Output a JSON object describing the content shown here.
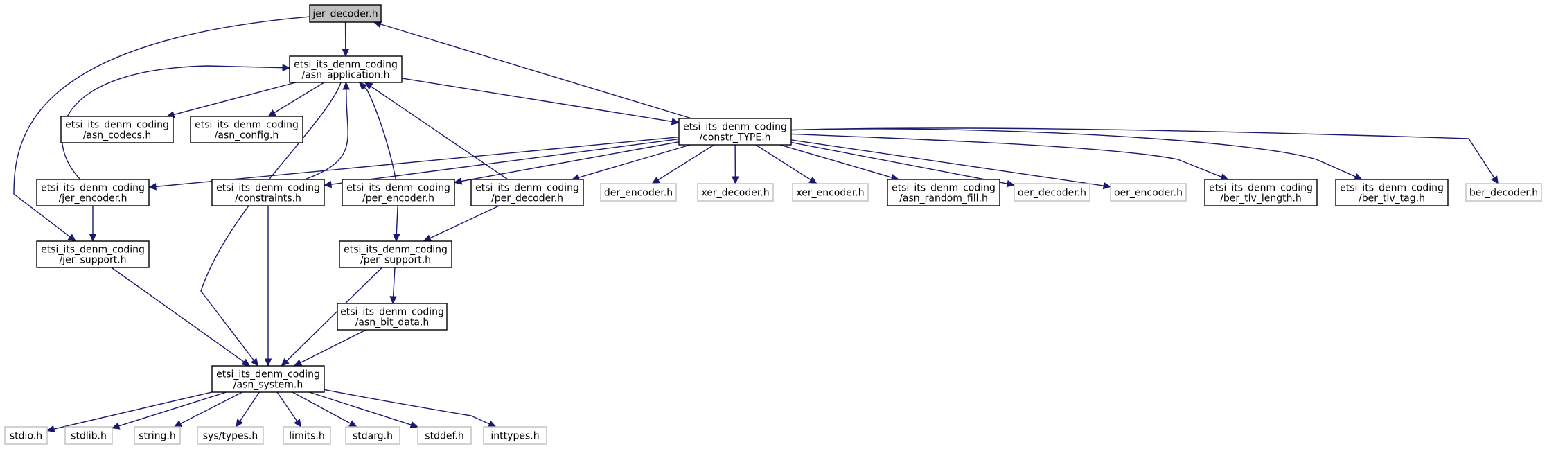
{
  "colors": {
    "edge": "#191970",
    "root_fill": "#bfbfbf",
    "node_border": "#000000",
    "external_border": "#bfbfbf",
    "node_fill": "#ffffff"
  },
  "nodes": [
    {
      "id": "jer_decoder",
      "kind": "root",
      "lines": [
        "jer_decoder.h"
      ]
    },
    {
      "id": "asn_application",
      "kind": "documented",
      "lines": [
        "etsi_its_denm_coding",
        "/asn_application.h"
      ]
    },
    {
      "id": "asn_codecs",
      "kind": "documented",
      "lines": [
        "etsi_its_denm_coding",
        "/asn_codecs.h"
      ]
    },
    {
      "id": "asn_config",
      "kind": "documented",
      "lines": [
        "etsi_its_denm_coding",
        "/asn_config.h"
      ]
    },
    {
      "id": "constr_TYPE",
      "kind": "documented",
      "lines": [
        "etsi_its_denm_coding",
        "/constr_TYPE.h"
      ]
    },
    {
      "id": "jer_encoder",
      "kind": "documented",
      "lines": [
        "etsi_its_denm_coding",
        "/jer_encoder.h"
      ]
    },
    {
      "id": "constraints",
      "kind": "documented",
      "lines": [
        "etsi_its_denm_coding",
        "/constraints.h"
      ]
    },
    {
      "id": "per_encoder",
      "kind": "documented",
      "lines": [
        "etsi_its_denm_coding",
        "/per_encoder.h"
      ]
    },
    {
      "id": "per_decoder",
      "kind": "documented",
      "lines": [
        "etsi_its_denm_coding",
        "/per_decoder.h"
      ]
    },
    {
      "id": "der_encoder",
      "kind": "external",
      "lines": [
        "der_encoder.h"
      ]
    },
    {
      "id": "xer_decoder",
      "kind": "external",
      "lines": [
        "xer_decoder.h"
      ]
    },
    {
      "id": "xer_encoder",
      "kind": "external",
      "lines": [
        "xer_encoder.h"
      ]
    },
    {
      "id": "asn_random_fill",
      "kind": "documented",
      "lines": [
        "etsi_its_denm_coding",
        "/asn_random_fill.h"
      ]
    },
    {
      "id": "oer_decoder",
      "kind": "external",
      "lines": [
        "oer_decoder.h"
      ]
    },
    {
      "id": "oer_encoder",
      "kind": "external",
      "lines": [
        "oer_encoder.h"
      ]
    },
    {
      "id": "ber_tlv_length",
      "kind": "documented",
      "lines": [
        "etsi_its_denm_coding",
        "/ber_tlv_length.h"
      ]
    },
    {
      "id": "ber_tlv_tag",
      "kind": "documented",
      "lines": [
        "etsi_its_denm_coding",
        "/ber_tlv_tag.h"
      ]
    },
    {
      "id": "ber_decoder",
      "kind": "external",
      "lines": [
        "ber_decoder.h"
      ]
    },
    {
      "id": "jer_support",
      "kind": "documented",
      "lines": [
        "etsi_its_denm_coding",
        "/jer_support.h"
      ]
    },
    {
      "id": "per_support",
      "kind": "documented",
      "lines": [
        "etsi_its_denm_coding",
        "/per_support.h"
      ]
    },
    {
      "id": "asn_bit_data",
      "kind": "documented",
      "lines": [
        "etsi_its_denm_coding",
        "/asn_bit_data.h"
      ]
    },
    {
      "id": "asn_system",
      "kind": "documented",
      "lines": [
        "etsi_its_denm_coding",
        "/asn_system.h"
      ]
    },
    {
      "id": "stdio",
      "kind": "external",
      "lines": [
        "stdio.h"
      ]
    },
    {
      "id": "stdlib",
      "kind": "external",
      "lines": [
        "stdlib.h"
      ]
    },
    {
      "id": "string",
      "kind": "external",
      "lines": [
        "string.h"
      ]
    },
    {
      "id": "sys_types",
      "kind": "external",
      "lines": [
        "sys/types.h"
      ]
    },
    {
      "id": "limits",
      "kind": "external",
      "lines": [
        "limits.h"
      ]
    },
    {
      "id": "stdarg",
      "kind": "external",
      "lines": [
        "stdarg.h"
      ]
    },
    {
      "id": "stddef",
      "kind": "external",
      "lines": [
        "stddef.h"
      ]
    },
    {
      "id": "inttypes",
      "kind": "external",
      "lines": [
        "inttypes.h"
      ]
    }
  ],
  "edges": [
    {
      "from": "jer_decoder",
      "to": "asn_application"
    },
    {
      "from": "jer_decoder",
      "to": "jer_support"
    },
    {
      "from": "asn_application",
      "to": "asn_codecs"
    },
    {
      "from": "asn_application",
      "to": "asn_config"
    },
    {
      "from": "asn_application",
      "to": "constr_TYPE"
    },
    {
      "from": "asn_application",
      "to": "asn_system"
    },
    {
      "from": "constr_TYPE",
      "to": "jer_decoder"
    },
    {
      "from": "constr_TYPE",
      "to": "jer_encoder"
    },
    {
      "from": "constr_TYPE",
      "to": "constraints"
    },
    {
      "from": "constr_TYPE",
      "to": "per_encoder"
    },
    {
      "from": "constr_TYPE",
      "to": "per_decoder"
    },
    {
      "from": "constr_TYPE",
      "to": "der_encoder"
    },
    {
      "from": "constr_TYPE",
      "to": "xer_decoder"
    },
    {
      "from": "constr_TYPE",
      "to": "xer_encoder"
    },
    {
      "from": "constr_TYPE",
      "to": "asn_random_fill"
    },
    {
      "from": "constr_TYPE",
      "to": "oer_decoder"
    },
    {
      "from": "constr_TYPE",
      "to": "oer_encoder"
    },
    {
      "from": "constr_TYPE",
      "to": "ber_tlv_length"
    },
    {
      "from": "constr_TYPE",
      "to": "ber_tlv_tag"
    },
    {
      "from": "constr_TYPE",
      "to": "ber_decoder"
    },
    {
      "from": "jer_encoder",
      "to": "asn_application"
    },
    {
      "from": "jer_encoder",
      "to": "jer_support"
    },
    {
      "from": "constraints",
      "to": "asn_application"
    },
    {
      "from": "constraints",
      "to": "asn_system"
    },
    {
      "from": "per_encoder",
      "to": "asn_application"
    },
    {
      "from": "per_encoder",
      "to": "per_support"
    },
    {
      "from": "per_decoder",
      "to": "asn_application"
    },
    {
      "from": "per_decoder",
      "to": "per_support"
    },
    {
      "from": "jer_support",
      "to": "asn_system"
    },
    {
      "from": "per_support",
      "to": "asn_system"
    },
    {
      "from": "per_support",
      "to": "asn_bit_data"
    },
    {
      "from": "asn_bit_data",
      "to": "asn_system"
    },
    {
      "from": "asn_system",
      "to": "stdio"
    },
    {
      "from": "asn_system",
      "to": "stdlib"
    },
    {
      "from": "asn_system",
      "to": "string"
    },
    {
      "from": "asn_system",
      "to": "sys_types"
    },
    {
      "from": "asn_system",
      "to": "limits"
    },
    {
      "from": "asn_system",
      "to": "stdarg"
    },
    {
      "from": "asn_system",
      "to": "stddef"
    },
    {
      "from": "asn_system",
      "to": "inttypes"
    }
  ]
}
